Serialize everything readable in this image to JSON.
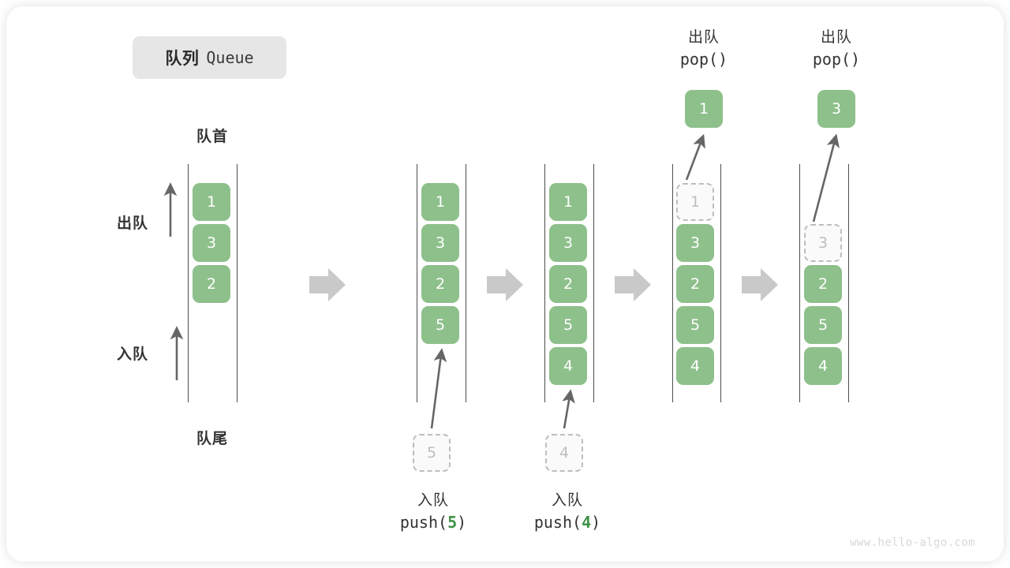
{
  "title": {
    "cn": "队列",
    "en": "Queue"
  },
  "labels": {
    "head": "队首",
    "tail": "队尾",
    "dequeue": "出队",
    "enqueue": "入队"
  },
  "colors": {
    "card_green": "#8ec08b",
    "ghost_border": "#bdbdbd",
    "ghost_fill": "#fafafa",
    "rail": "#4d4d4d",
    "arrow_gray": "#666666",
    "big_arrow": "#c9c9c9",
    "chip_bg": "#e6e6e6",
    "code_accent": "#3f9146",
    "watermark": "#d8d8d8"
  },
  "watermark": "www.hello-algo.com",
  "steps": [
    {
      "id": "initial",
      "items": [
        "1",
        "3",
        "2"
      ],
      "ghost_index": -1,
      "ghost_value": ""
    },
    {
      "id": "push-5",
      "items": [
        "1",
        "3",
        "2",
        "5"
      ],
      "ghost_index": -1,
      "ghost_value": "",
      "caption_cn": "入队",
      "caption_code_prefix": "push(",
      "caption_code_num": "5",
      "caption_code_suffix": ")",
      "incoming_value": "5"
    },
    {
      "id": "push-4",
      "items": [
        "1",
        "3",
        "2",
        "5",
        "4"
      ],
      "ghost_index": -1,
      "ghost_value": "",
      "caption_cn": "入队",
      "caption_code_prefix": "push(",
      "caption_code_num": "4",
      "caption_code_suffix": ")",
      "incoming_value": "4"
    },
    {
      "id": "pop-1",
      "items": [
        "1",
        "3",
        "2",
        "5",
        "4"
      ],
      "ghost_index": 0,
      "ghost_value": "1",
      "pop_cn": "出队",
      "pop_code": "pop()",
      "popped_value": "1"
    },
    {
      "id": "pop-3",
      "items": [
        "3",
        "2",
        "5",
        "4"
      ],
      "ghost_index": 0,
      "ghost_value": "3",
      "pop_cn": "出队",
      "pop_code": "pop()",
      "popped_value": "3"
    }
  ]
}
